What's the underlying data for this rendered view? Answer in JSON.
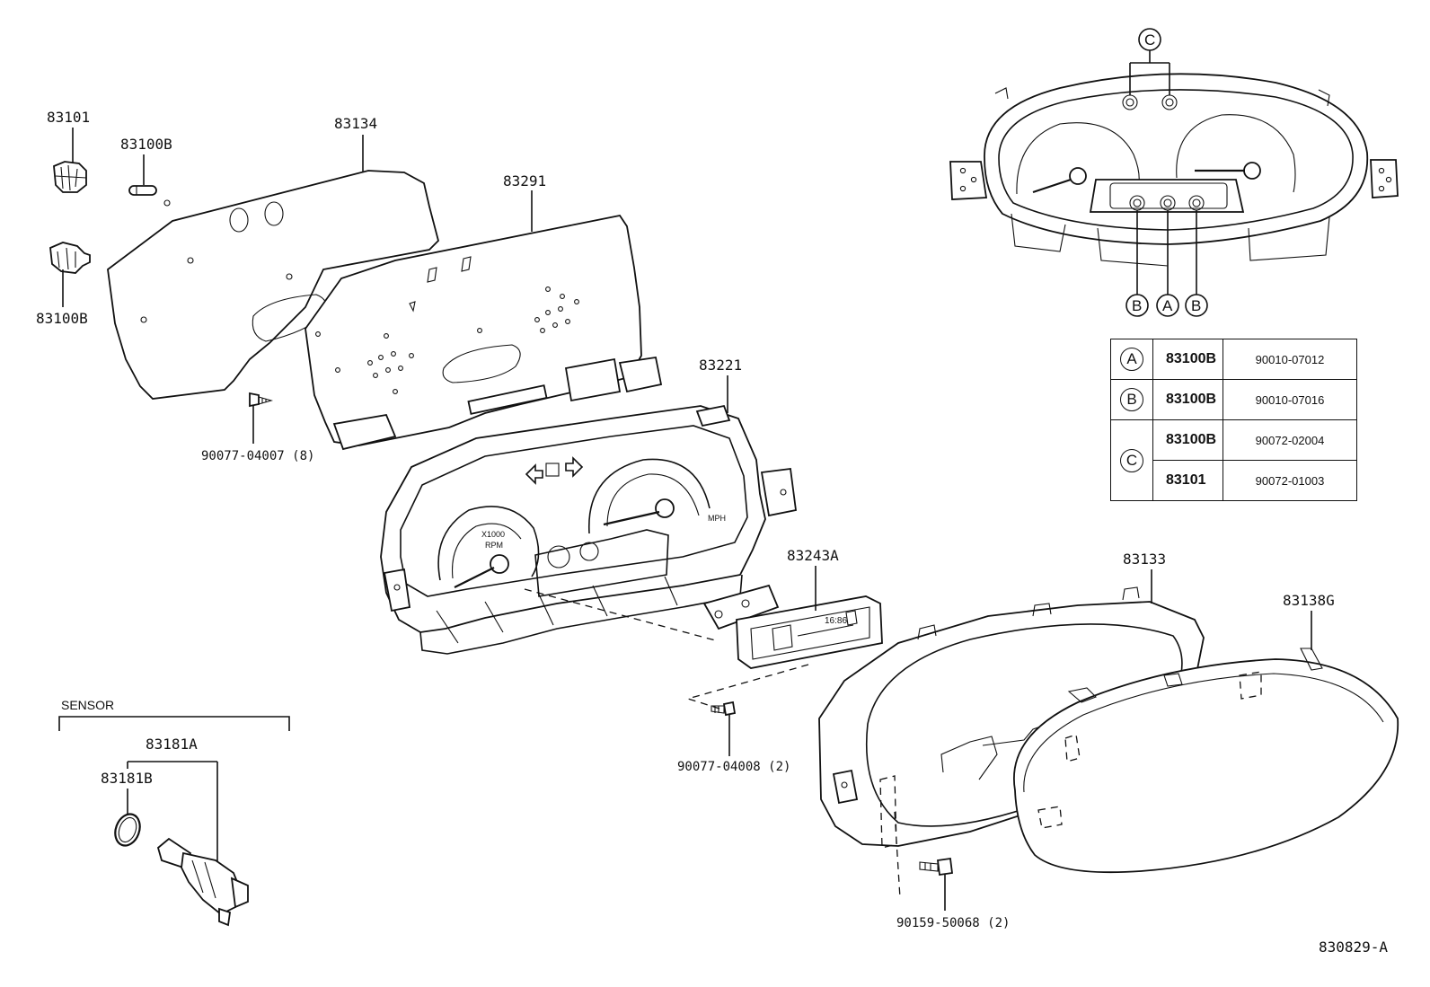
{
  "labels": {
    "p83101": "83101",
    "p83100b_top": "83100B",
    "p83100b_left": "83100B",
    "p83134": "83134",
    "p83291": "83291",
    "p83221": "83221",
    "p83243a": "83243A",
    "p83133": "83133",
    "p83138g": "83138G",
    "screw_8": "90077-04007 (8)",
    "screw_2": "90077-04008 (2)",
    "screw_50068": "90159-50068 (2)",
    "sensor_group": "SENSOR",
    "p83181a": "83181A",
    "p83181b": "83181B",
    "diagram_id": "830829-A"
  },
  "gauge_text": {
    "rpm_scale": "X1000",
    "rpm": "RPM",
    "mph": "MPH",
    "lcd_time": "16:86"
  },
  "callouts": {
    "C": "C",
    "B_left": "B",
    "A": "A",
    "B_right": "B"
  },
  "ref_table": {
    "rows": [
      {
        "key": "A",
        "part": "83100B",
        "code": "90010-07012"
      },
      {
        "key": "B",
        "part": "83100B",
        "code": "90010-07016"
      },
      {
        "key": "C",
        "part": "83100B",
        "code": "90072-02004"
      },
      {
        "key": "",
        "part": "83101",
        "code": "90072-01003"
      }
    ]
  }
}
